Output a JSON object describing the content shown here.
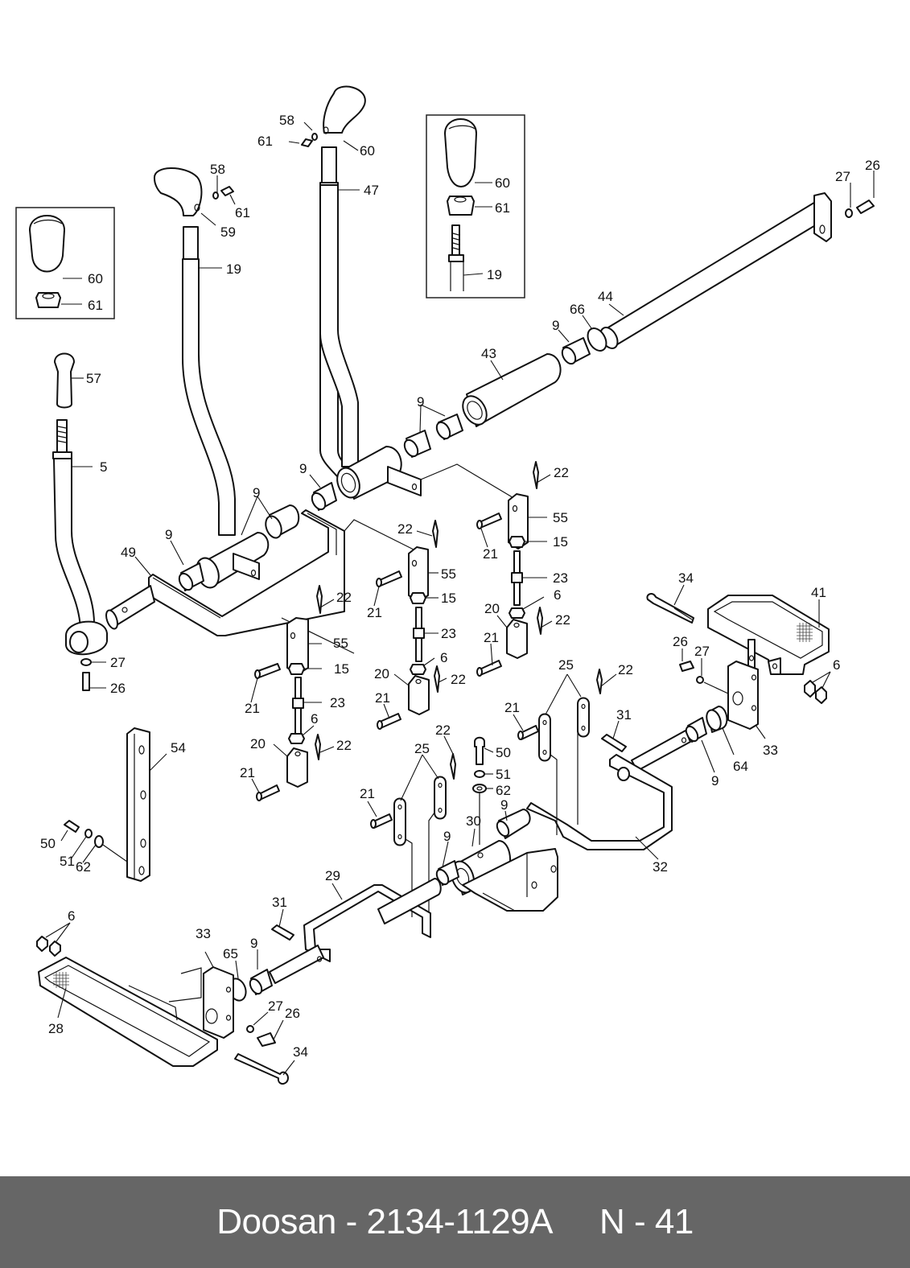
{
  "footer": {
    "brand": "Doosan",
    "separator": " - ",
    "part_number": "2134-1129A",
    "page_prefix": "N",
    "page_number": "41",
    "background": "#666666",
    "text_color": "#ffffff"
  },
  "insets": [
    {
      "id": "inset-left",
      "callouts": [
        "60",
        "61"
      ]
    },
    {
      "id": "inset-right",
      "callouts": [
        "60",
        "61",
        "19"
      ]
    }
  ],
  "callouts": [
    {
      "key": "c58a",
      "label": "58",
      "part": "spring washer"
    },
    {
      "key": "c61a",
      "label": "61",
      "part": "bolt"
    },
    {
      "key": "c60a",
      "label": "60",
      "part": "lever grip"
    },
    {
      "key": "c47",
      "label": "47",
      "part": "lever"
    },
    {
      "key": "c58b",
      "label": "58",
      "part": "spring washer"
    },
    {
      "key": "c61b",
      "label": "61",
      "part": "bolt"
    },
    {
      "key": "c59",
      "label": "59",
      "part": "lever grip"
    },
    {
      "key": "c19",
      "label": "19",
      "part": "lever"
    },
    {
      "key": "c60L",
      "label": "60",
      "part": "knob"
    },
    {
      "key": "c61L",
      "label": "61",
      "part": "nut"
    },
    {
      "key": "c57",
      "label": "57",
      "part": "knob"
    },
    {
      "key": "c5",
      "label": "5",
      "part": "lever"
    },
    {
      "key": "c60R",
      "label": "60",
      "part": "knob"
    },
    {
      "key": "c61R",
      "label": "61",
      "part": "nut"
    },
    {
      "key": "c19R",
      "label": "19",
      "part": "lever"
    },
    {
      "key": "c27a",
      "label": "27",
      "part": "washer"
    },
    {
      "key": "c26a",
      "label": "26",
      "part": "bolt"
    },
    {
      "key": "c44",
      "label": "44",
      "part": "shaft"
    },
    {
      "key": "c66",
      "label": "66",
      "part": "ring"
    },
    {
      "key": "c9a",
      "label": "9",
      "part": "bushing"
    },
    {
      "key": "c43",
      "label": "43",
      "part": "pipe"
    },
    {
      "key": "c9b",
      "label": "9",
      "part": "bushing"
    },
    {
      "key": "c9c",
      "label": "9",
      "part": "bushing"
    },
    {
      "key": "c9d",
      "label": "9",
      "part": "bushing"
    },
    {
      "key": "c9e",
      "label": "9",
      "part": "bushing"
    },
    {
      "key": "c49",
      "label": "49",
      "part": "lever"
    },
    {
      "key": "c27b",
      "label": "27",
      "part": "washer"
    },
    {
      "key": "c26b",
      "label": "26",
      "part": "bolt"
    },
    {
      "key": "c22a",
      "label": "22",
      "part": "cotter pin"
    },
    {
      "key": "c55a",
      "label": "55",
      "part": "yoke"
    },
    {
      "key": "c21a",
      "label": "21",
      "part": "pin"
    },
    {
      "key": "c15a",
      "label": "15",
      "part": "nut"
    },
    {
      "key": "c23a",
      "label": "23",
      "part": "rod"
    },
    {
      "key": "c6a",
      "label": "6",
      "part": "nut"
    },
    {
      "key": "c20a",
      "label": "20",
      "part": "yoke"
    },
    {
      "key": "c22b",
      "label": "22",
      "part": "cotter pin"
    },
    {
      "key": "c21b",
      "label": "21",
      "part": "pin"
    },
    {
      "key": "c22c",
      "label": "22",
      "part": "cotter pin"
    },
    {
      "key": "c55b",
      "label": "55",
      "part": "yoke"
    },
    {
      "key": "c21c",
      "label": "21",
      "part": "pin"
    },
    {
      "key": "c15b",
      "label": "15",
      "part": "nut"
    },
    {
      "key": "c23b",
      "label": "23",
      "part": "rod"
    },
    {
      "key": "c6b",
      "label": "6",
      "part": "nut"
    },
    {
      "key": "c20b",
      "label": "20",
      "part": "yoke"
    },
    {
      "key": "c22d",
      "label": "22",
      "part": "cotter pin"
    },
    {
      "key": "c21d",
      "label": "21",
      "part": "pin"
    },
    {
      "key": "c22e",
      "label": "22",
      "part": "cotter pin"
    },
    {
      "key": "c55c",
      "label": "55",
      "part": "yoke"
    },
    {
      "key": "c21e",
      "label": "21",
      "part": "pin"
    },
    {
      "key": "c15c",
      "label": "15",
      "part": "nut"
    },
    {
      "key": "c23c",
      "label": "23",
      "part": "rod"
    },
    {
      "key": "c6c",
      "label": "6",
      "part": "nut"
    },
    {
      "key": "c20c",
      "label": "20",
      "part": "yoke"
    },
    {
      "key": "c22f",
      "label": "22",
      "part": "cotter pin"
    },
    {
      "key": "c21f",
      "label": "21",
      "part": "pin"
    },
    {
      "key": "c34a",
      "label": "34",
      "part": "bolt"
    },
    {
      "key": "c41",
      "label": "41",
      "part": "pedal"
    },
    {
      "key": "c26c",
      "label": "26",
      "part": "bolt"
    },
    {
      "key": "c27c",
      "label": "27",
      "part": "washer"
    },
    {
      "key": "c6d",
      "label": "6",
      "part": "nut"
    },
    {
      "key": "c25a",
      "label": "25",
      "part": "link"
    },
    {
      "key": "c22g",
      "label": "22",
      "part": "cotter pin"
    },
    {
      "key": "c21g",
      "label": "21",
      "part": "pin"
    },
    {
      "key": "c31a",
      "label": "31",
      "part": "spring pin"
    },
    {
      "key": "c33a",
      "label": "33",
      "part": "block"
    },
    {
      "key": "c64",
      "label": "64",
      "part": "collar"
    },
    {
      "key": "c9f",
      "label": "9",
      "part": "bushing"
    },
    {
      "key": "c54",
      "label": "54",
      "part": "plate"
    },
    {
      "key": "c50a",
      "label": "50",
      "part": "bolt"
    },
    {
      "key": "c51a",
      "label": "51",
      "part": "spring washer"
    },
    {
      "key": "c62a",
      "label": "62",
      "part": "washer"
    },
    {
      "key": "c22h",
      "label": "22",
      "part": "cotter pin"
    },
    {
      "key": "c25b",
      "label": "25",
      "part": "link"
    },
    {
      "key": "c50b",
      "label": "50",
      "part": "bolt"
    },
    {
      "key": "c51b",
      "label": "51",
      "part": "spring washer"
    },
    {
      "key": "c62b",
      "label": "62",
      "part": "washer"
    },
    {
      "key": "c21h",
      "label": "21",
      "part": "pin"
    },
    {
      "key": "c30",
      "label": "30",
      "part": "bracket"
    },
    {
      "key": "c9g",
      "label": "9",
      "part": "bushing"
    },
    {
      "key": "c9h",
      "label": "9",
      "part": "bushing"
    },
    {
      "key": "c32",
      "label": "32",
      "part": "pedal lever"
    },
    {
      "key": "c29",
      "label": "29",
      "part": "pedal lever"
    },
    {
      "key": "c31b",
      "label": "31",
      "part": "spring pin"
    },
    {
      "key": "c6e",
      "label": "6",
      "part": "nut"
    },
    {
      "key": "c33b",
      "label": "33",
      "part": "block"
    },
    {
      "key": "c65",
      "label": "65",
      "part": "collar"
    },
    {
      "key": "c9i",
      "label": "9",
      "part": "bushing"
    },
    {
      "key": "c27d",
      "label": "27",
      "part": "washer"
    },
    {
      "key": "c26d",
      "label": "26",
      "part": "bolt"
    },
    {
      "key": "c28",
      "label": "28",
      "part": "pedal"
    },
    {
      "key": "c34b",
      "label": "34",
      "part": "bolt"
    }
  ]
}
